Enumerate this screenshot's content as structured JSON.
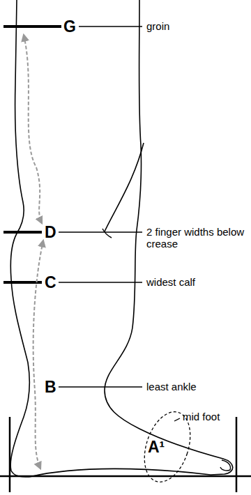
{
  "diagram": {
    "labels": [
      "G",
      "groin",
      "D",
      "2 finger widths below crease",
      "C",
      "widest calf",
      "B",
      "least ankle",
      "mid foot",
      "A¹"
    ]
  }
}
